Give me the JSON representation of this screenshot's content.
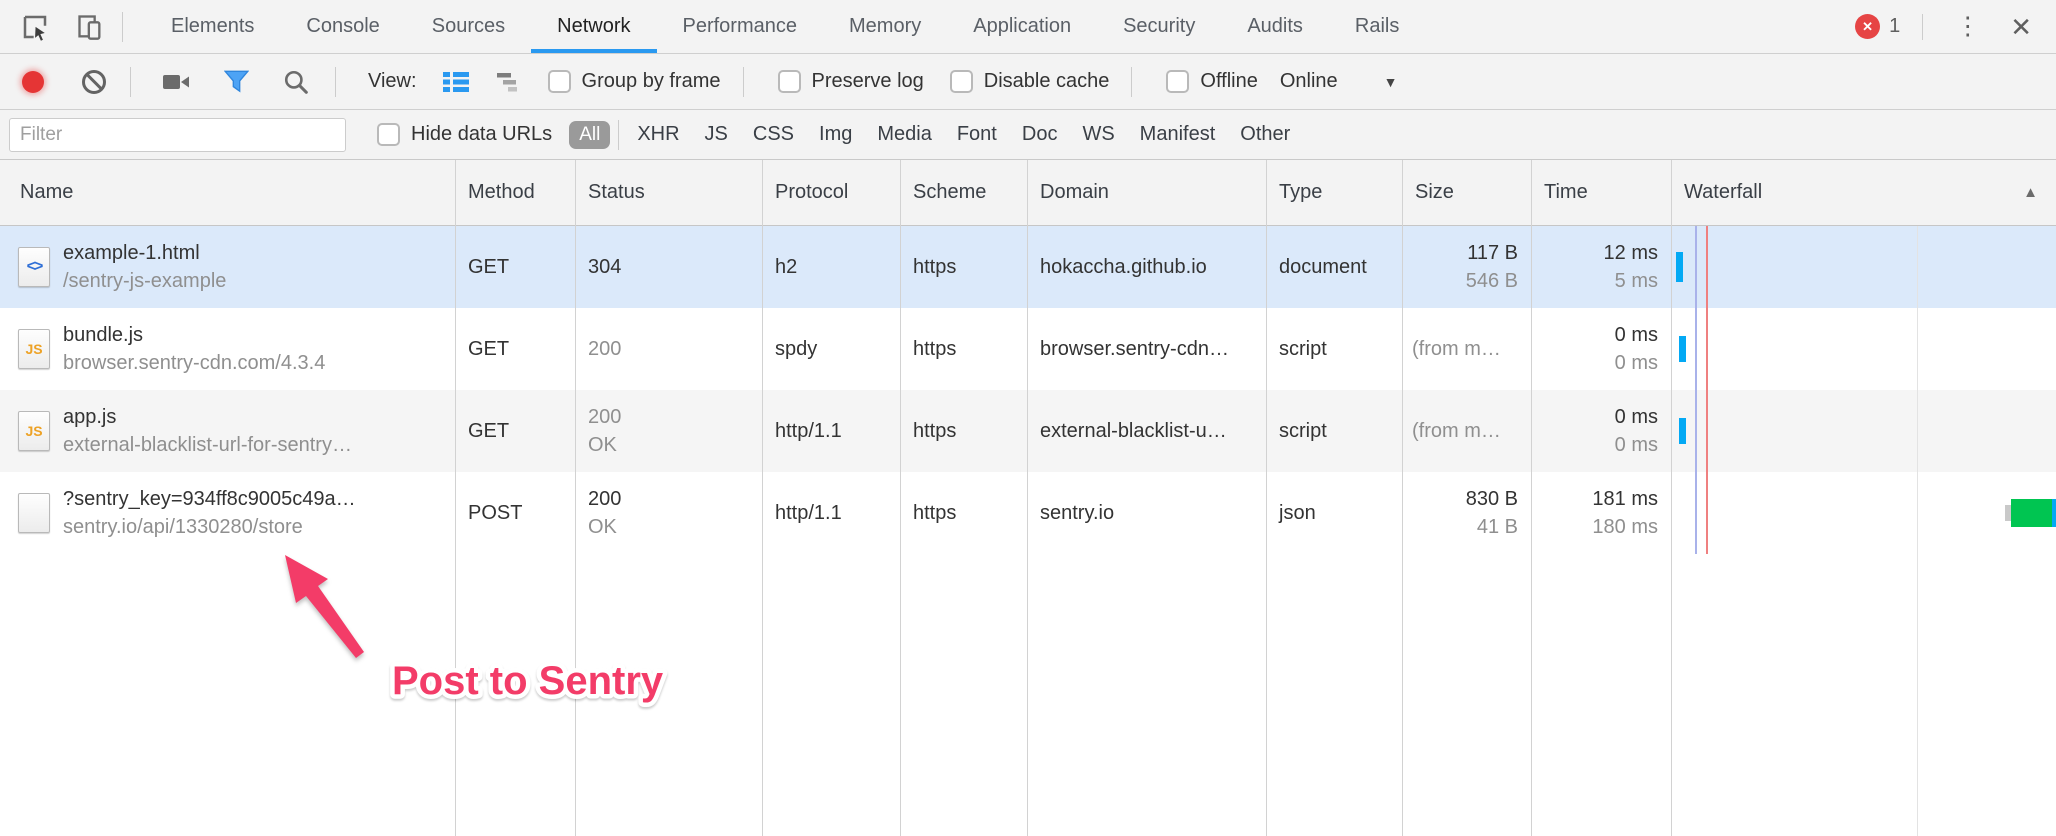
{
  "tabbar": {
    "tabs": [
      "Elements",
      "Console",
      "Sources",
      "Network",
      "Performance",
      "Memory",
      "Application",
      "Security",
      "Audits",
      "Rails"
    ],
    "active_tab": "Network",
    "error_count": "1"
  },
  "toolbar": {
    "view_label": "View:",
    "group_by_frame": "Group by frame",
    "preserve_log": "Preserve log",
    "disable_cache": "Disable cache",
    "offline": "Offline",
    "online": "Online"
  },
  "filterbar": {
    "placeholder": "Filter",
    "hide_data_urls": "Hide data URLs",
    "all": "All",
    "types": [
      "XHR",
      "JS",
      "CSS",
      "Img",
      "Media",
      "Font",
      "Doc",
      "WS",
      "Manifest",
      "Other"
    ]
  },
  "table": {
    "columns": [
      "Name",
      "Method",
      "Status",
      "Protocol",
      "Scheme",
      "Domain",
      "Type",
      "Size",
      "Time",
      "Waterfall"
    ],
    "rows": [
      {
        "icon": "html-document-icon",
        "icon_glyph": "<>",
        "name": "example-1.html",
        "path": "/sentry-js-example",
        "method": "GET",
        "status": "304",
        "status_sub": "",
        "protocol": "h2",
        "scheme": "https",
        "domain": "hokaccha.github.io",
        "type": "document",
        "size": "117 B",
        "size_sub": "546 B",
        "time": "12 ms",
        "time_sub": "5 ms",
        "selected": true
      },
      {
        "icon": "js-script-icon",
        "icon_glyph": "JS",
        "name": "bundle.js",
        "path": "browser.sentry-cdn.com/4.3.4",
        "method": "GET",
        "status": "200",
        "status_sub": "",
        "protocol": "spdy",
        "scheme": "https",
        "domain": "browser.sentry-cdn…",
        "type": "script",
        "size": "(from m…",
        "size_sub": "",
        "time": "0 ms",
        "time_sub": "0 ms",
        "selected": false
      },
      {
        "icon": "js-script-icon",
        "icon_glyph": "JS",
        "name": "app.js",
        "path": "external-blacklist-url-for-sentry…",
        "method": "GET",
        "status": "200",
        "status_sub": "OK",
        "protocol": "http/1.1",
        "scheme": "https",
        "domain": "external-blacklist-u…",
        "type": "script",
        "size": "(from m…",
        "size_sub": "",
        "time": "0 ms",
        "time_sub": "0 ms",
        "selected": false
      },
      {
        "icon": "plain-file-icon",
        "icon_glyph": "",
        "name": "?sentry_key=934ff8c9005c49a…",
        "path": "sentry.io/api/1330280/store",
        "method": "POST",
        "status": "200",
        "status_sub": "OK",
        "protocol": "http/1.1",
        "scheme": "https",
        "domain": "sentry.io",
        "type": "json",
        "size": "830 B",
        "size_sub": "41 B",
        "time": "181 ms",
        "time_sub": "180 ms",
        "selected": false
      }
    ]
  },
  "annotation": {
    "label": "Post to Sentry"
  },
  "icons": {
    "error_x": "✕",
    "kebab": "⋮",
    "close": "✕",
    "caret_down": "▼",
    "sort_asc": "▲"
  },
  "colors": {
    "accent_blue": "#2a99f0",
    "waterfall_bar_blue": "#03a9f4",
    "selected_row": "#dbe9fa",
    "alt_row": "#f5f5f5",
    "record_red": "#e53535",
    "error_red": "#e64444",
    "annotation_pink": "#f33c68",
    "waterfall_green": "#00c551",
    "dcl_event_line": "#a9b2ea",
    "load_event_line": "#ef8080",
    "js_icon_orange": "#eda226"
  }
}
